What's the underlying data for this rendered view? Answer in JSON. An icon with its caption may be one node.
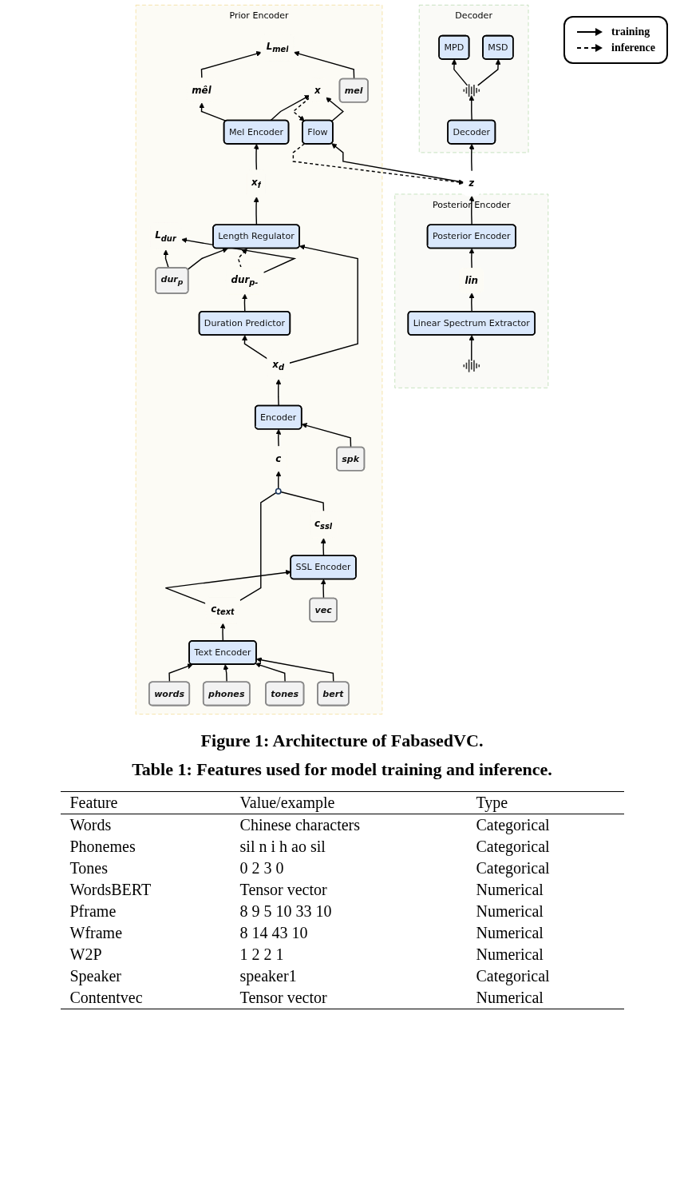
{
  "diagram": {
    "caption": "Figure 1: Architecture of FabasedVC.",
    "nodes": [
      {
        "text": [
          "Decoder"
        ]
      },
      {
        "text": [
          "MSD"
        ],
        "in": 0
      },
      {
        "text": [
          "MPD"
        ],
        "in": 0
      },
      {
        "text": [],
        "shape": "waveform",
        "in": 0
      },
      {
        "text": [
          "Decoder"
        ],
        "in": 0
      },
      {
        "text": [
          "z"
        ]
      },
      {
        "text": [
          "Posterior Encoder"
        ]
      },
      {
        "text": [
          "Posterior Encoder"
        ],
        "in": 6
      },
      {
        "text": [
          "lin"
        ],
        "in": 6
      },
      {
        "text": [
          "Linear Spectrum Extractor"
        ],
        "in": 6
      },
      {
        "text": [],
        "shape": "waveform",
        "in": 6
      },
      {
        "text": [
          "Prior Encoder"
        ]
      },
      {
        "text": [
          "Flow"
        ],
        "in": 11
      },
      {
        "text": [
          "x"
        ],
        "in": 11
      },
      {
        "text": [
          "Mel Encoder"
        ],
        "in": 11
      },
      {
        "text": [
          "mêl"
        ],
        "in": 11
      },
      {
        "text": [
          "L$_{mel}$"
        ],
        "in": 11
      },
      {
        "text": [
          "mel"
        ],
        "in": 11
      },
      {
        "text": [
          "x$_{f}$"
        ],
        "in": 11
      },
      {
        "text": [
          "Length Regulator"
        ],
        "in": 11
      },
      {
        "text": [
          "dur$_{p}$"
        ],
        "in": 11
      },
      {
        "text": [
          "L$_{dur}$"
        ],
        "in": 11
      },
      {
        "text": [
          "dur$_{p-}$"
        ],
        "in": 11
      },
      {
        "text": [
          "x$_{d}$"
        ],
        "in": 11
      },
      {
        "text": [
          "Encoder"
        ],
        "in": 11
      },
      {
        "text": [
          "Duration Predictor"
        ],
        "in": 11
      },
      {
        "text": [
          "c"
        ],
        "in": 11
      },
      {
        "text": [
          "spk"
        ],
        "in": 11
      },
      {
        "text": [],
        "shape": "circle",
        "in": 11
      },
      {
        "text": [
          "c$_{ssl}$"
        ],
        "in": 11
      },
      {
        "text": [
          "c$_{text}$"
        ],
        "in": 11
      },
      {
        "text": [
          "SSL Encoder"
        ],
        "in": 11
      },
      {
        "text": [
          "Text Encoder"
        ],
        "in": 11
      },
      {
        "text": [
          "vec"
        ],
        "in": 11
      },
      {
        "text": [
          "words"
        ],
        "in": 11
      },
      {
        "text": [
          "phones"
        ],
        "in": 11
      },
      {
        "text": [
          "tones"
        ],
        "in": 11
      },
      {
        "text": [
          "bert"
        ],
        "in": 11
      }
    ],
    "edges": [
      {
        "from": 4,
        "to": 3,
        "arrow": "to"
      },
      {
        "from": 3,
        "to": 1,
        "arrow": "to"
      },
      {
        "from": 3,
        "to": 2,
        "arrow": "to"
      },
      {
        "from": 5,
        "to": 4,
        "arrow": "to"
      },
      {
        "from": 7,
        "to": 5,
        "arrow": "to"
      },
      {
        "from": 8,
        "to": 7,
        "arrow": "to"
      },
      {
        "from": 9,
        "to": 8,
        "arrow": "to"
      },
      {
        "from": 10,
        "to": 9,
        "arrow": "to"
      },
      {
        "from": 5,
        "to": 12,
        "arrow": "to"
      },
      {
        "from": 12,
        "to": 5,
        "arrow": "to",
        "style": "dashed"
      },
      {
        "from": 12,
        "to": 13,
        "arrow": "to"
      },
      {
        "from": 13,
        "to": 12,
        "arrow": "to",
        "style": "dashed"
      },
      {
        "from": 14,
        "to": 13,
        "arrow": "to"
      },
      {
        "from": 14,
        "to": 15,
        "arrow": "to"
      },
      {
        "from": 15,
        "to": 16,
        "arrow": "to"
      },
      {
        "from": 17,
        "to": 16,
        "arrow": "to"
      },
      {
        "from": 18,
        "to": 14,
        "arrow": "to"
      },
      {
        "from": 19,
        "to": 18,
        "arrow": "to"
      },
      {
        "from": 20,
        "to": 19,
        "arrow": "to"
      },
      {
        "from": 20,
        "to": 21,
        "arrow": "to"
      },
      {
        "from": 22,
        "to": 21,
        "arrow": "to"
      },
      {
        "from": 22,
        "to": 19,
        "arrow": "to",
        "style": "dashed"
      },
      {
        "from": 23,
        "to": 19,
        "arrow": "to"
      },
      {
        "from": 23,
        "to": 25,
        "arrow": "to"
      },
      {
        "from": 25,
        "to": 22,
        "arrow": "to"
      },
      {
        "from": 24,
        "to": 23,
        "arrow": "to"
      },
      {
        "from": 26,
        "to": 24,
        "arrow": "to"
      },
      {
        "from": 27,
        "to": 24,
        "arrow": "to"
      },
      {
        "from": 28,
        "to": 26,
        "arrow": "to"
      },
      {
        "from": 29,
        "to": 28,
        "arrow": "none"
      },
      {
        "from": 30,
        "to": 28,
        "arrow": "none"
      },
      {
        "from": 31,
        "to": 29,
        "arrow": "to"
      },
      {
        "from": 30,
        "to": 31,
        "arrow": "to"
      },
      {
        "from": 32,
        "to": 30,
        "arrow": "to"
      },
      {
        "from": 33,
        "to": 31,
        "arrow": "to"
      },
      {
        "from": 34,
        "to": 32,
        "arrow": "to"
      },
      {
        "from": 35,
        "to": 32,
        "arrow": "to"
      },
      {
        "from": 36,
        "to": 32,
        "arrow": "to"
      },
      {
        "from": 37,
        "to": 32,
        "arrow": "to"
      }
    ],
    "labels": [
      "Table 1: Features used for model training and inference.",
      "Feature",
      "Value/example",
      "Type",
      "Words",
      "Chinese characters",
      "Categorical",
      "Phonemes",
      "sil n i h ao sil",
      "Categorical",
      "Tones",
      "0 2 3 0",
      "Categorical",
      "WordsBERT",
      "Tensor vector",
      "Numerical",
      "Pframe",
      "8 9 5 10 33 10",
      "Numerical",
      "Wframe",
      "8 14 43 10",
      "Numerical",
      "W2P",
      "1 2 2 1",
      "Numerical",
      "Speaker",
      "speaker1",
      "Categorical",
      "Contentvec",
      "Tensor vector",
      "Numerical"
    ],
    "legend": [
      {
        "text": "training"
      },
      {
        "text": "inference"
      }
    ]
  }
}
